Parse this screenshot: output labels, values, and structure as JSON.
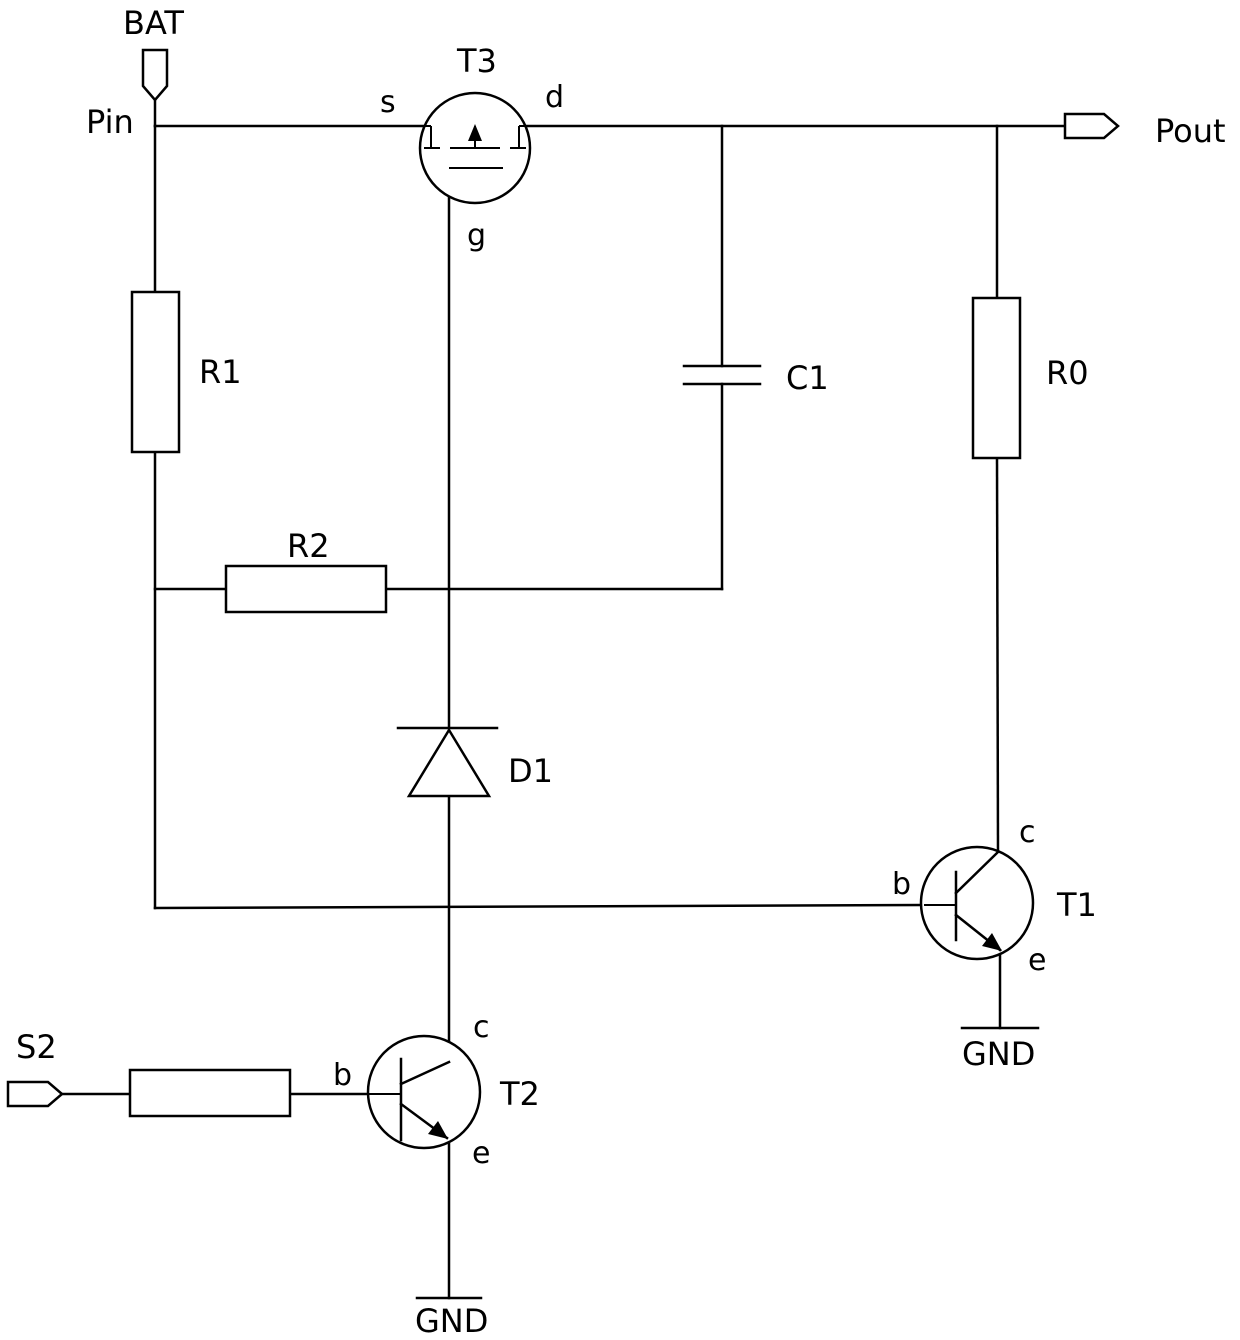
{
  "nets": {
    "bat": "BAT",
    "pin": "Pin",
    "pout": "Pout",
    "s2": "S2",
    "gnd": "GND"
  },
  "components": {
    "t3": {
      "name": "T3",
      "source": "s",
      "drain": "d",
      "gate": "g"
    },
    "r1": {
      "name": "R1"
    },
    "r2": {
      "name": "R2"
    },
    "r0": {
      "name": "R0"
    },
    "c1": {
      "name": "C1"
    },
    "d1": {
      "name": "D1"
    },
    "t1": {
      "name": "T1",
      "collector": "c",
      "base": "b",
      "emitter": "e"
    },
    "t2": {
      "name": "T2",
      "collector": "c",
      "base": "b",
      "emitter": "e"
    }
  }
}
